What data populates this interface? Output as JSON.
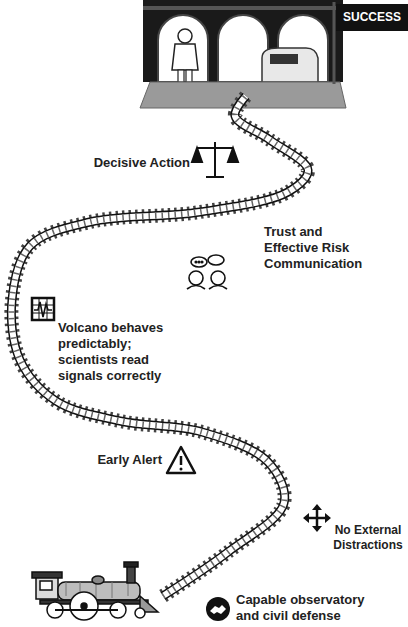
{
  "diagram": {
    "labels": [
      "SUCCESS",
      "Decisive Action",
      "Trust and Effective Risk Communication",
      "Volcano behaves predictably; scientists read signals correctly",
      "Early Alert",
      "No External Distractions",
      "Capable observatory and civil defense"
    ]
  }
}
